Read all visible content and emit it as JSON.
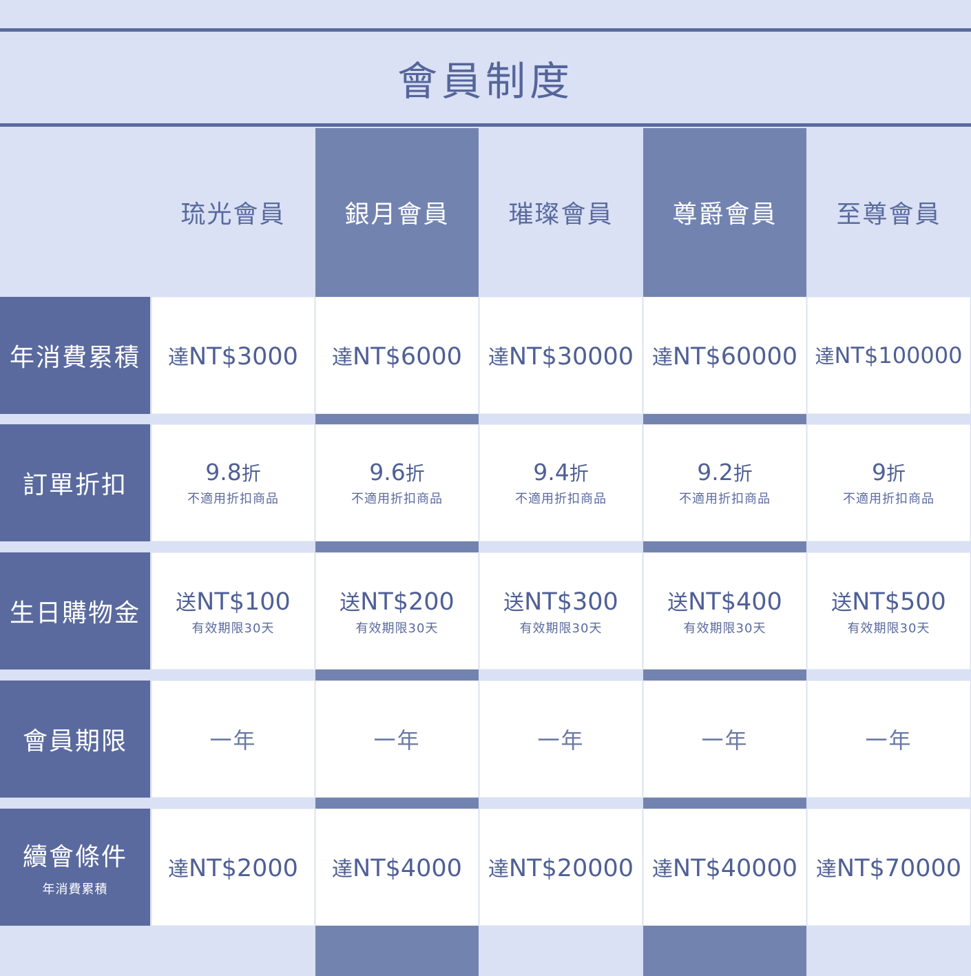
{
  "page": {
    "title": "會員制度"
  },
  "tiers": [
    "琉光會員",
    "銀月會員",
    "璀璨會員",
    "尊爵會員",
    "至尊會員"
  ],
  "rows": {
    "annual_spend": {
      "label": "年消費累積",
      "values": [
        "NT$3000",
        "NT$6000",
        "NT$30000",
        "NT$60000",
        "NT$100000"
      ],
      "prefix": "達"
    },
    "discount": {
      "label": "訂單折扣",
      "values": [
        "9.8",
        "9.6",
        "9.4",
        "9.2",
        "9"
      ],
      "suffix": "折",
      "note": "不適用折扣商品"
    },
    "birthday": {
      "label": "生日購物金",
      "values": [
        "NT$100",
        "NT$200",
        "NT$300",
        "NT$400",
        "NT$500"
      ],
      "prefix": "送",
      "note": "有效期限30天"
    },
    "period": {
      "label": "會員期限",
      "values": [
        "一年",
        "一年",
        "一年",
        "一年",
        "一年"
      ]
    },
    "renewal": {
      "label": "續會條件",
      "sublabel": "年消費累積",
      "values": [
        "NT$2000",
        "NT$4000",
        "NT$20000",
        "NT$40000",
        "NT$70000"
      ],
      "prefix": "達"
    }
  },
  "colors": {
    "background": "#dae1f5",
    "accent": "#5a6a9e",
    "highlight_column": "#7283b0",
    "cell": "#ffffff"
  }
}
